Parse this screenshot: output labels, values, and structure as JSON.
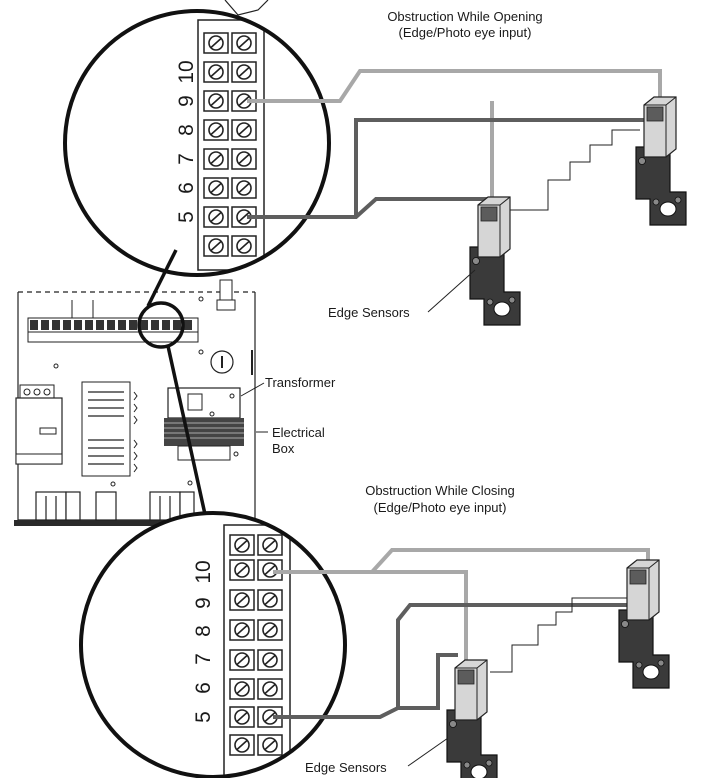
{
  "top": {
    "title_line1": "Obstruction While Opening",
    "title_line2": "(Edge/Photo eye input)",
    "edge_label": "Edge Sensors",
    "terminals": [
      "10",
      "9",
      "8",
      "7",
      "6",
      "5"
    ]
  },
  "bottom": {
    "title_line1": "Obstruction While Closing",
    "title_line2": "(Edge/Photo eye input)",
    "edge_label": "Edge Sensors",
    "terminals": [
      "10",
      "9",
      "8",
      "7",
      "6",
      "5"
    ]
  },
  "board": {
    "transformer_label": "Transformer",
    "box_label_line1": "Electrical",
    "box_label_line2": "Box"
  },
  "colors": {
    "wire_light": "#a8a8a8",
    "wire_dark": "#5e5e5e",
    "sensor_body": "#d4d4d4",
    "bracket": "#3a3a3a"
  }
}
